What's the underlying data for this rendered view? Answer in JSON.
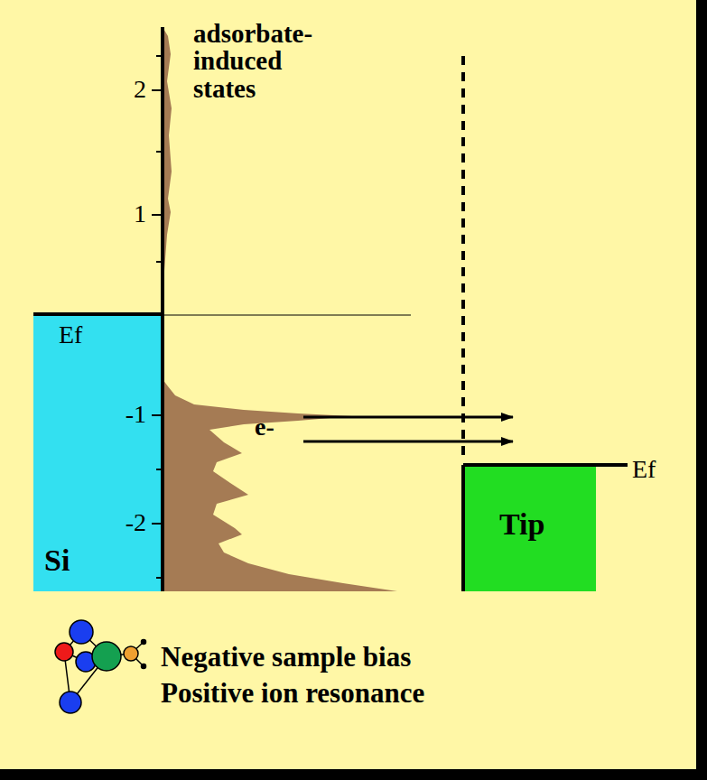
{
  "diagram": {
    "nodes": [
      {
        "text": [
          "Ef",
          "Si"
        ]
      },
      {
        "text": [
          "Tip"
        ]
      }
    ],
    "labels": [
      "2",
      "1",
      "-1",
      "-2",
      "adsorbate- induced states",
      "e-",
      "Ef",
      "Negative sample bias",
      "Positive ion resonance"
    ]
  }
}
